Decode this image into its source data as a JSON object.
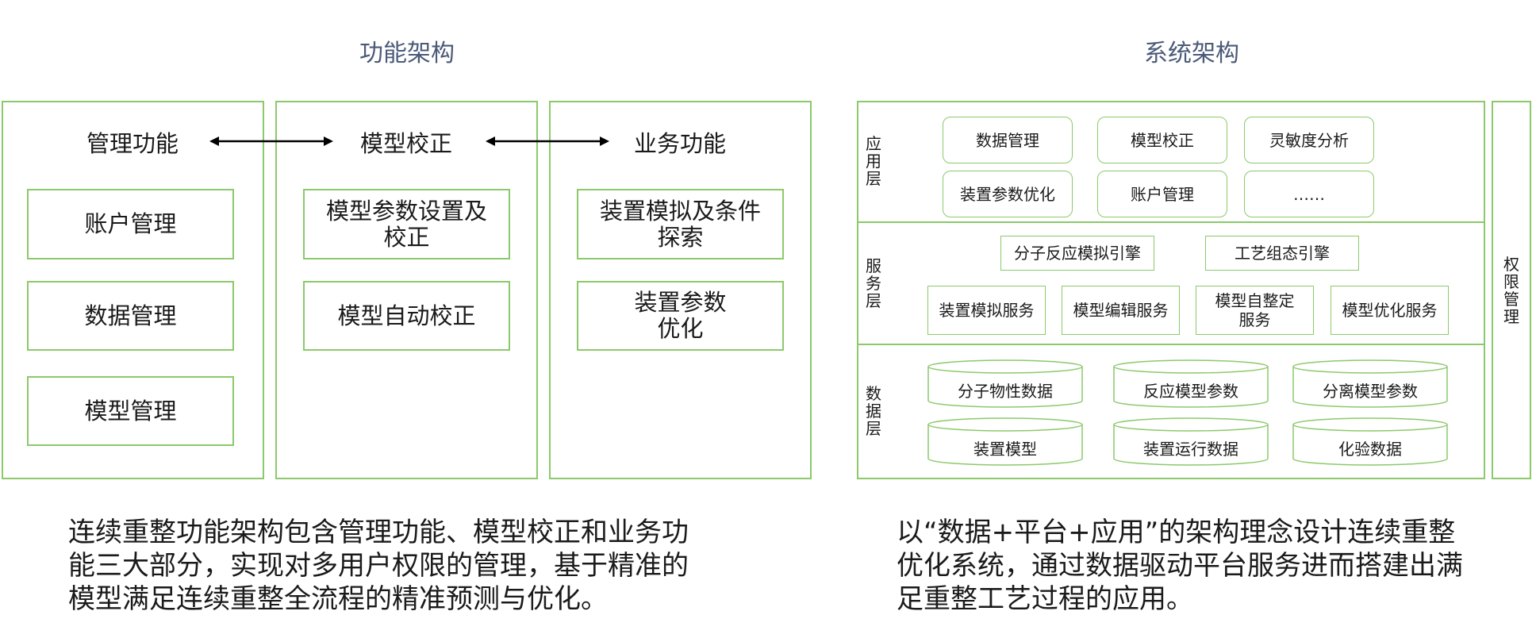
{
  "functional": {
    "title": "功能架构",
    "columns": [
      {
        "head": "管理功能",
        "items": [
          "账户管理",
          "数据管理",
          "模型管理"
        ]
      },
      {
        "head": "模型校正",
        "items": [
          "模型参数设置及\n校正",
          "模型自动校正"
        ]
      },
      {
        "head": "业务功能",
        "items": [
          "装置模拟及条件\n探索",
          "装置参数\n优化"
        ]
      }
    ],
    "description": "连续重整功能架构包含管理功能、模型校正和业务功\n能三大部分，实现对多用户权限的管理，基于精准的\n模型满足连续重整全流程的精准预测与优化。"
  },
  "system": {
    "title": "系统架构",
    "application_layer": {
      "label": "应用层",
      "items": [
        "数据管理",
        "模型校正",
        "灵敏度分析",
        "装置参数优化",
        "账户管理",
        "……"
      ]
    },
    "service_layer": {
      "label": "服务层",
      "engines": [
        "分子反应模拟引擎",
        "工艺组态引擎"
      ],
      "services": [
        "装置模拟服务",
        "模型编辑服务",
        "模型自整定\n服务",
        "模型优化服务"
      ]
    },
    "data_layer": {
      "label": "数据层",
      "items": [
        "分子物性数据",
        "反应模型参数",
        "分离模型参数",
        "装置模型",
        "装置运行数据",
        "化验数据"
      ]
    },
    "side_label": "权限管理",
    "description": "以“数据+平台+应用”的架构理念设计连续重整\n优化系统，通过数据驱动平台服务进而搭建出满\n足重整工艺过程的应用。"
  },
  "colors": {
    "border": "#8cc96a",
    "title": "#4a5a78",
    "text": "#1a1a1a"
  }
}
